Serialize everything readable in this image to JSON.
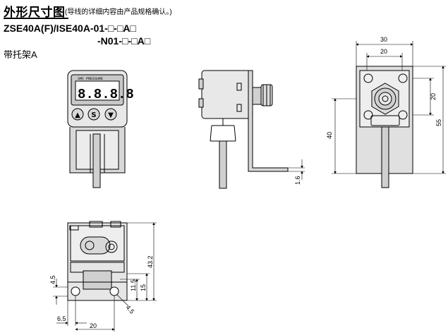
{
  "header": {
    "title": "外形尺寸图",
    "note": "(导线的详细内容由产品规格确认。)"
  },
  "model": {
    "line1": "ZSE40A(F)/ISE40A-01-□-□A□",
    "line2": "-N01-□-□A□"
  },
  "variant_label": "带托架A",
  "display": {
    "brand": "SMC PRESSURE",
    "digits": "8.8.8.8"
  },
  "buttons": {
    "up": "▲",
    "set": "S",
    "down": "▼"
  },
  "dimensions": {
    "right_width_outer": "30",
    "right_width_inner": "20",
    "right_height_inner": "20",
    "right_height_outer": "55",
    "right_height_left": "40",
    "side_thickness": "1.6",
    "bottom_height": "43.2",
    "bottom_h1": "15",
    "bottom_h2": "11.5",
    "bottom_h3": "4.5",
    "bottom_offset": "6.5",
    "bottom_width": "20",
    "bottom_hole": "4.5"
  }
}
